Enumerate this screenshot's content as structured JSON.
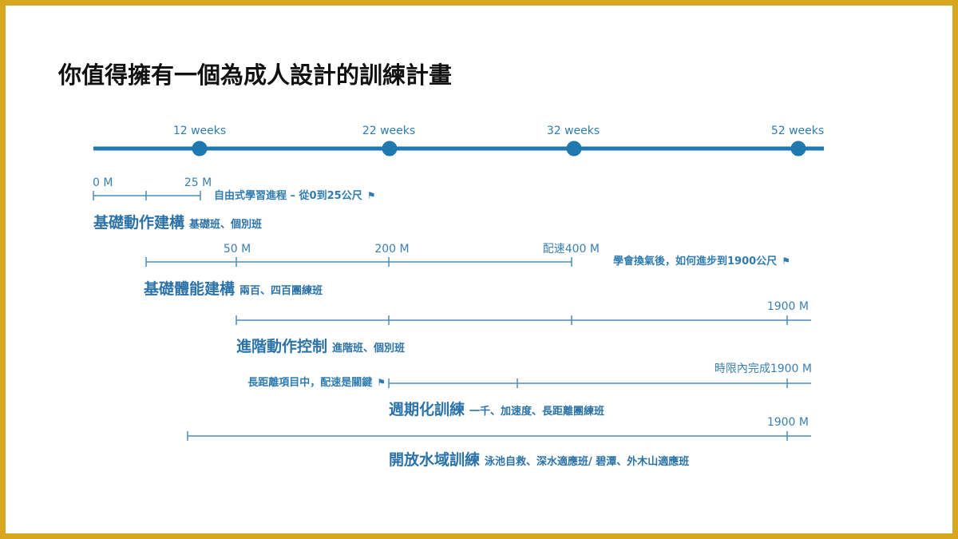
{
  "title": "你值得擁有一個為成人設計的訓練計畫",
  "colors": {
    "accent": "#1f78b0",
    "track": "#4b8cbb",
    "border": "#d9a620"
  },
  "timeline": {
    "weeks": [
      "12 weeks",
      "22 weeks",
      "32 weeks",
      "52 weeks"
    ]
  },
  "tracks": [
    {
      "labels": [
        "0 M",
        "25 M"
      ],
      "note": "自由式學習進程 – 從0到25公尺",
      "heading": "基礎動作建構",
      "sub": "基礎班、個別班"
    },
    {
      "labels": [
        "50 M",
        "200 M",
        "配速400 M"
      ],
      "note": "學會換氣後，如何進步到1900公尺",
      "heading": "基礎體能建構",
      "sub": "兩百、四百團練班"
    },
    {
      "labels": [
        "1900 M"
      ],
      "heading": "進階動作控制",
      "sub": "進階班、個別班"
    },
    {
      "labels": [
        "時限內完成1900 M"
      ],
      "note": "長距離項目中，配速是關鍵",
      "heading": "週期化訓練",
      "sub": "一千、加速度、長距離團練班"
    },
    {
      "labels": [
        "1900 M"
      ],
      "heading": "開放水域訓練",
      "sub": "泳池自救、深水適應班/ 碧潭、外木山適應班"
    }
  ]
}
